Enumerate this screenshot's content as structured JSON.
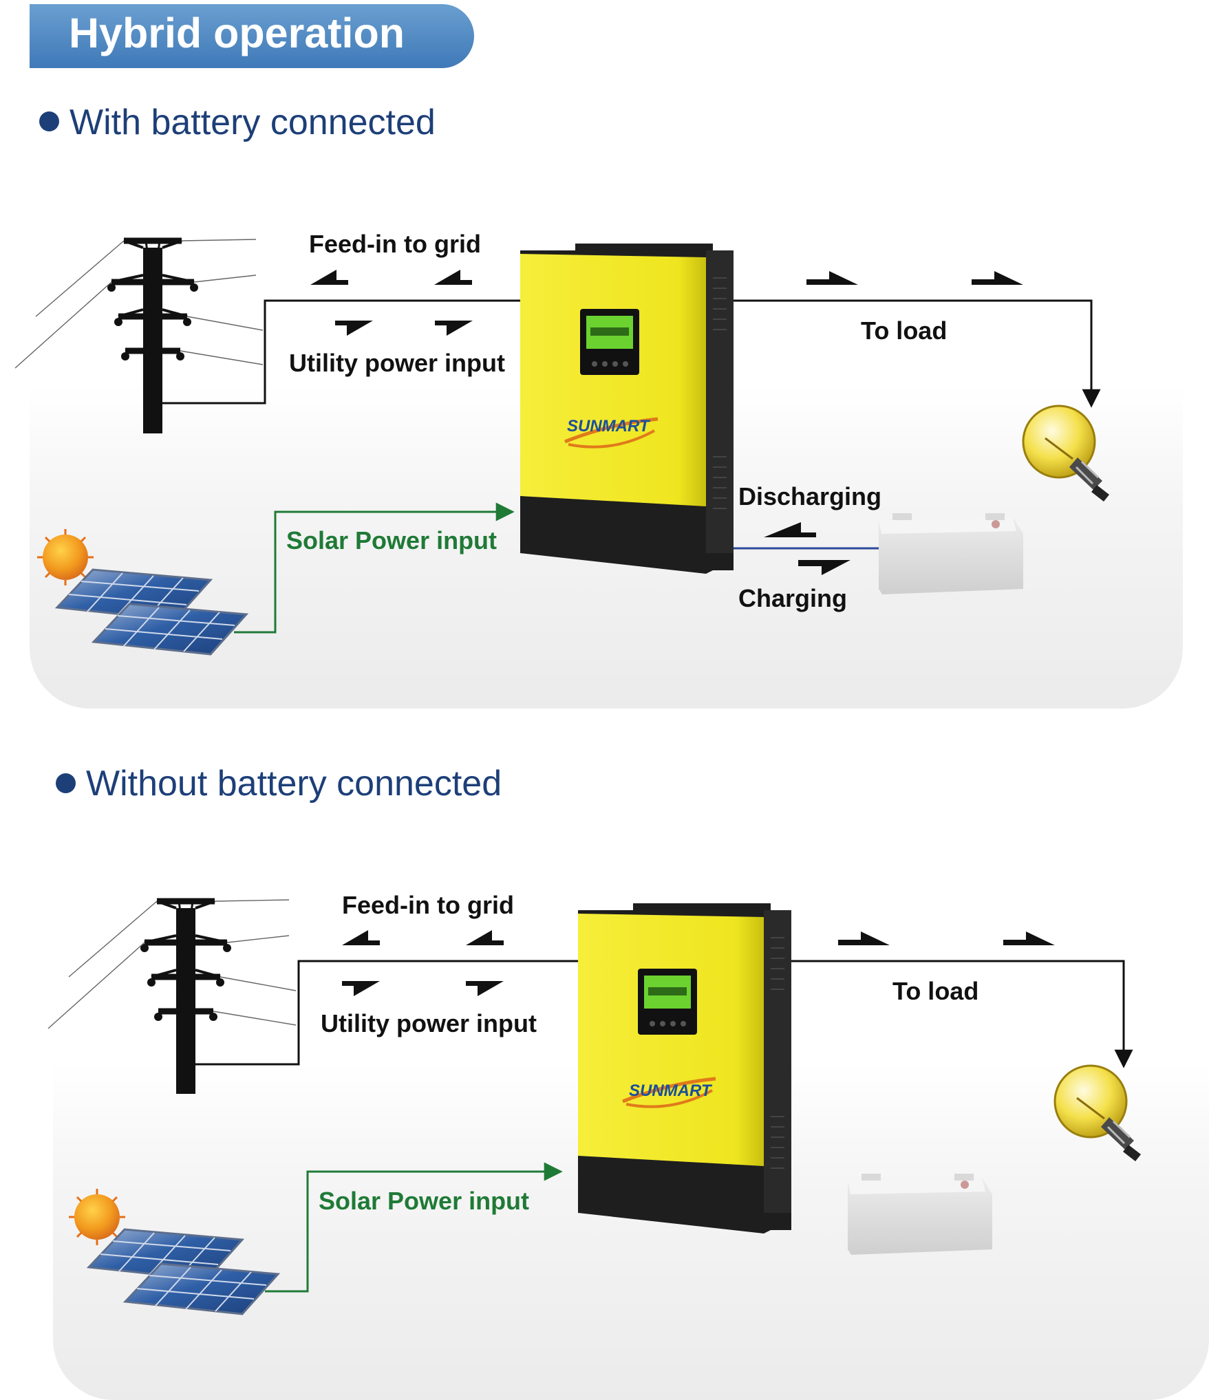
{
  "header": {
    "title": "Hybrid operation"
  },
  "sections": [
    {
      "title": "With battery connected",
      "labels": {
        "feed_in": "Feed-in to grid",
        "utility": "Utility power input",
        "to_load": "To load",
        "solar": "Solar Power input",
        "discharging": "Discharging",
        "charging": "Charging"
      },
      "brand": "SUNMART"
    },
    {
      "title": "Without battery connected",
      "labels": {
        "feed_in": "Feed-in to grid",
        "utility": "Utility power input",
        "to_load": "To load",
        "solar": "Solar Power input"
      },
      "brand": "SUNMART"
    }
  ],
  "colors": {
    "header_blue": "#4a86c2",
    "title_navy": "#1d3f78",
    "solar_green": "#1f7a36",
    "inverter_yellow": "#f2ea2a",
    "inverter_dark": "#1e1e1e",
    "battery_line": "#2b4a9a"
  }
}
